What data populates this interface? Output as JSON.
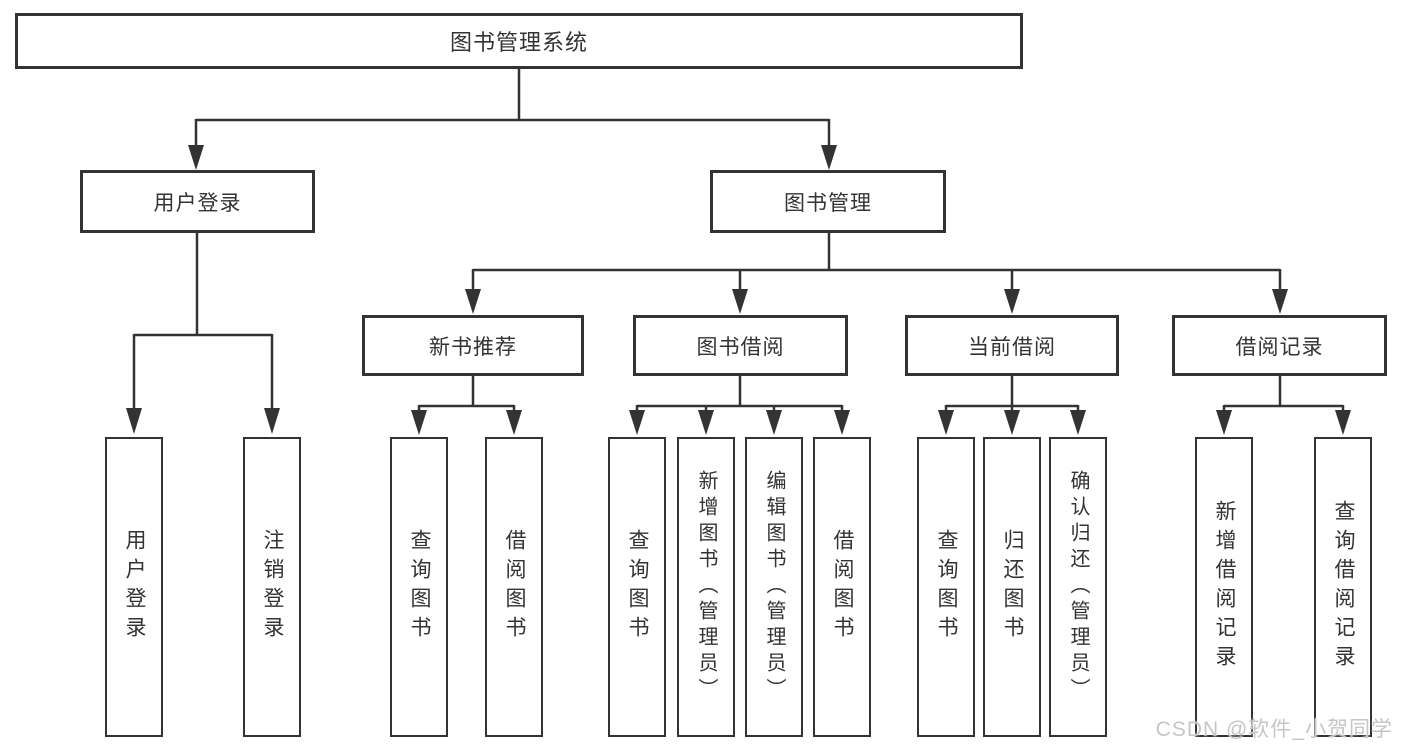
{
  "tree": {
    "label": "图书管理系统",
    "children": [
      {
        "label": "用户登录",
        "children": [
          {
            "label": "用户登录"
          },
          {
            "label": "注销登录"
          }
        ]
      },
      {
        "label": "图书管理",
        "children": [
          {
            "label": "新书推荐",
            "children": [
              {
                "label": "查询图书"
              },
              {
                "label": "借阅图书"
              }
            ]
          },
          {
            "label": "图书借阅",
            "children": [
              {
                "label": "查询图书"
              },
              {
                "label": "新增图书（管理员）"
              },
              {
                "label": "编辑图书（管理员）"
              },
              {
                "label": "借阅图书"
              }
            ]
          },
          {
            "label": "当前借阅",
            "children": [
              {
                "label": "查询图书"
              },
              {
                "label": "归还图书"
              },
              {
                "label": "确认归还（管理员）"
              }
            ]
          },
          {
            "label": "借阅记录",
            "children": [
              {
                "label": "新增借阅记录"
              },
              {
                "label": "查询借阅记录"
              }
            ]
          }
        ]
      }
    ]
  },
  "watermark": "CSDN @软件_小贺同学",
  "colors": {
    "line": "#333333",
    "box_border": "#333333",
    "text": "#333333",
    "background": "#ffffff",
    "watermark": "#c6c6c6"
  }
}
